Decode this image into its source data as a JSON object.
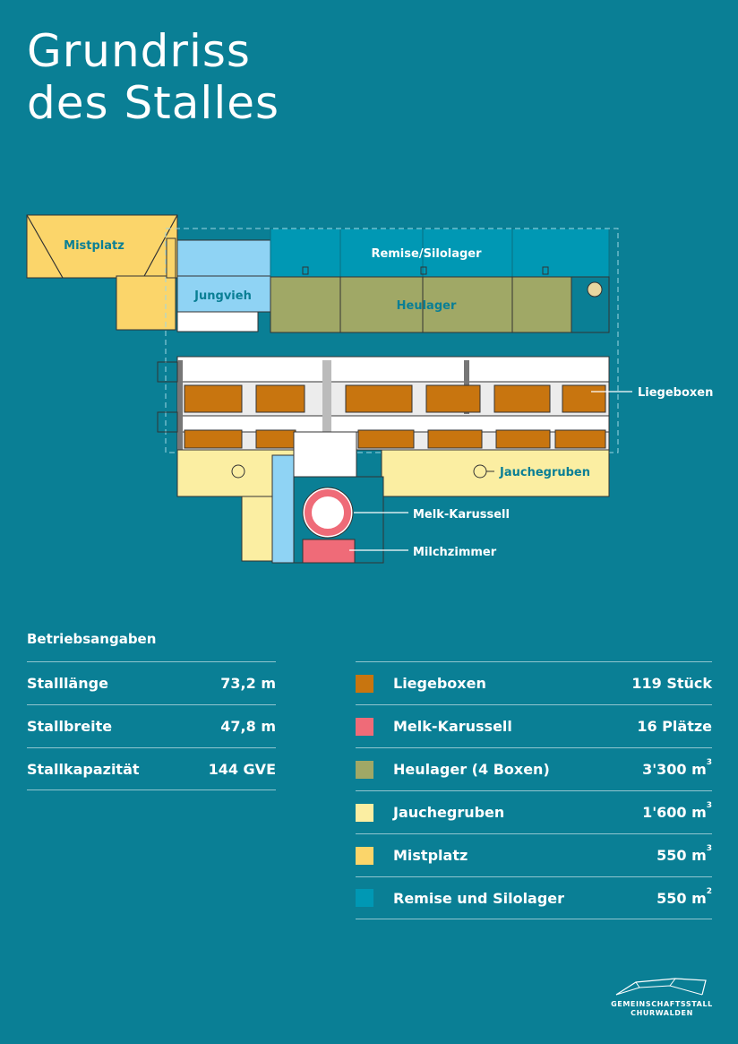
{
  "title": {
    "line1": "Grundriss",
    "line2": "des Stalles"
  },
  "plan_labels": {
    "mistplatz": "Mistplatz",
    "remise": "Remise/Silolager",
    "jungvieh": "Jungvieh",
    "heulager": "Heulager",
    "liegeboxen": "Liegeboxen",
    "jauchegruben": "Jauchegruben",
    "melk_karussell": "Melk-Karussell",
    "milchzimmer": "Milchzimmer"
  },
  "section_heading": "Betriebsangaben",
  "stats": [
    {
      "label": "Stalllänge",
      "value": "73,2 m"
    },
    {
      "label": "Stallbreite",
      "value": "47,8 m"
    },
    {
      "label": "Stallkapazität",
      "value": "144 GVE"
    }
  ],
  "legend": [
    {
      "label": "Liegeboxen",
      "value": "119 Stück",
      "unit_sup": "",
      "color": "#c8750f"
    },
    {
      "label": "Melk-Karussell",
      "value": "16 Plätze",
      "unit_sup": "",
      "color": "#ef6b78"
    },
    {
      "label": "Heulager (4 Boxen)",
      "value": "3'300 m",
      "unit_sup": "3",
      "color": "#a0a866"
    },
    {
      "label": "Jauchegruben",
      "value": "1'600 m",
      "unit_sup": "3",
      "color": "#fbeea2"
    },
    {
      "label": "Mistplatz",
      "value": "550 m",
      "unit_sup": "3",
      "color": "#fbd56a"
    },
    {
      "label": "Remise und Silolager",
      "value": "550 m",
      "unit_sup": "2",
      "color": "#0098b4"
    }
  ],
  "logo": {
    "line1": "GEMEINSCHAFTSSTALL",
    "line2": "CHURWALDEN"
  },
  "colors": {
    "background": "#0a7f95",
    "liegeboxen": "#c8750f",
    "melk": "#ef6b78",
    "heulager": "#a0a866",
    "jauche": "#fbeea2",
    "mistplatz": "#fbd56a",
    "remise": "#0098b4",
    "jungvieh": "#8fd3f4"
  }
}
